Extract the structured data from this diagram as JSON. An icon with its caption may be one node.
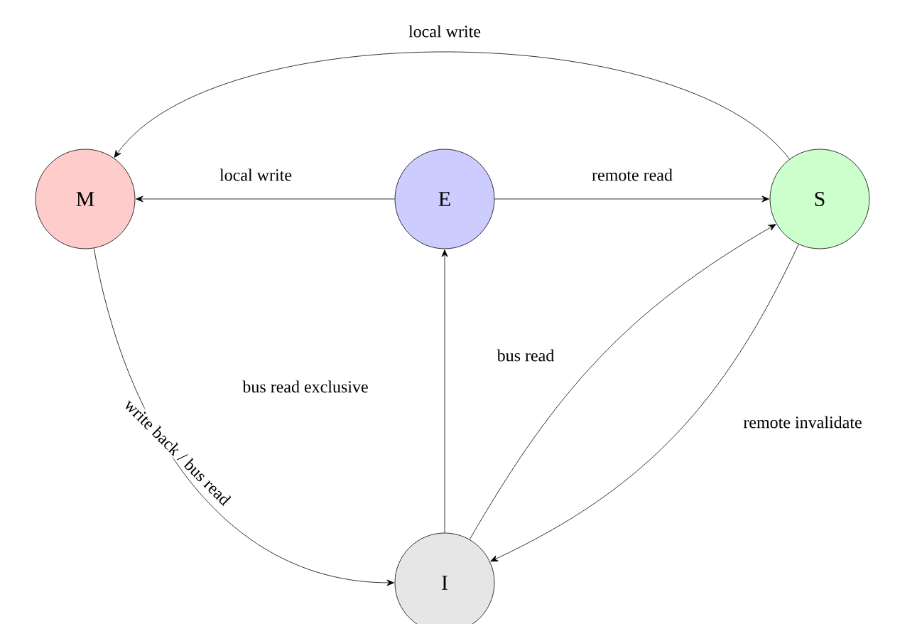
{
  "diagram": {
    "nodes": [
      {
        "text": [
          "M"
        ]
      },
      {
        "text": [
          "E"
        ]
      },
      {
        "text": [
          "S"
        ]
      },
      {
        "text": [
          "I"
        ]
      }
    ],
    "edges": [
      {
        "from": 2,
        "to": 0,
        "arrow": "to",
        "label": "local write"
      },
      {
        "from": 1,
        "to": 0,
        "arrow": "to",
        "label": "local write"
      },
      {
        "from": 1,
        "to": 2,
        "arrow": "to",
        "label": "remote read"
      },
      {
        "from": 0,
        "to": 3,
        "arrow": "to",
        "label": "write back / bus read"
      },
      {
        "from": 3,
        "to": 1,
        "arrow": "to",
        "label": "bus read exclusive"
      },
      {
        "from": 3,
        "to": 2,
        "arrow": "to",
        "label": "bus read"
      },
      {
        "from": 2,
        "to": 3,
        "arrow": "to",
        "label": "remote invalidate"
      }
    ]
  }
}
